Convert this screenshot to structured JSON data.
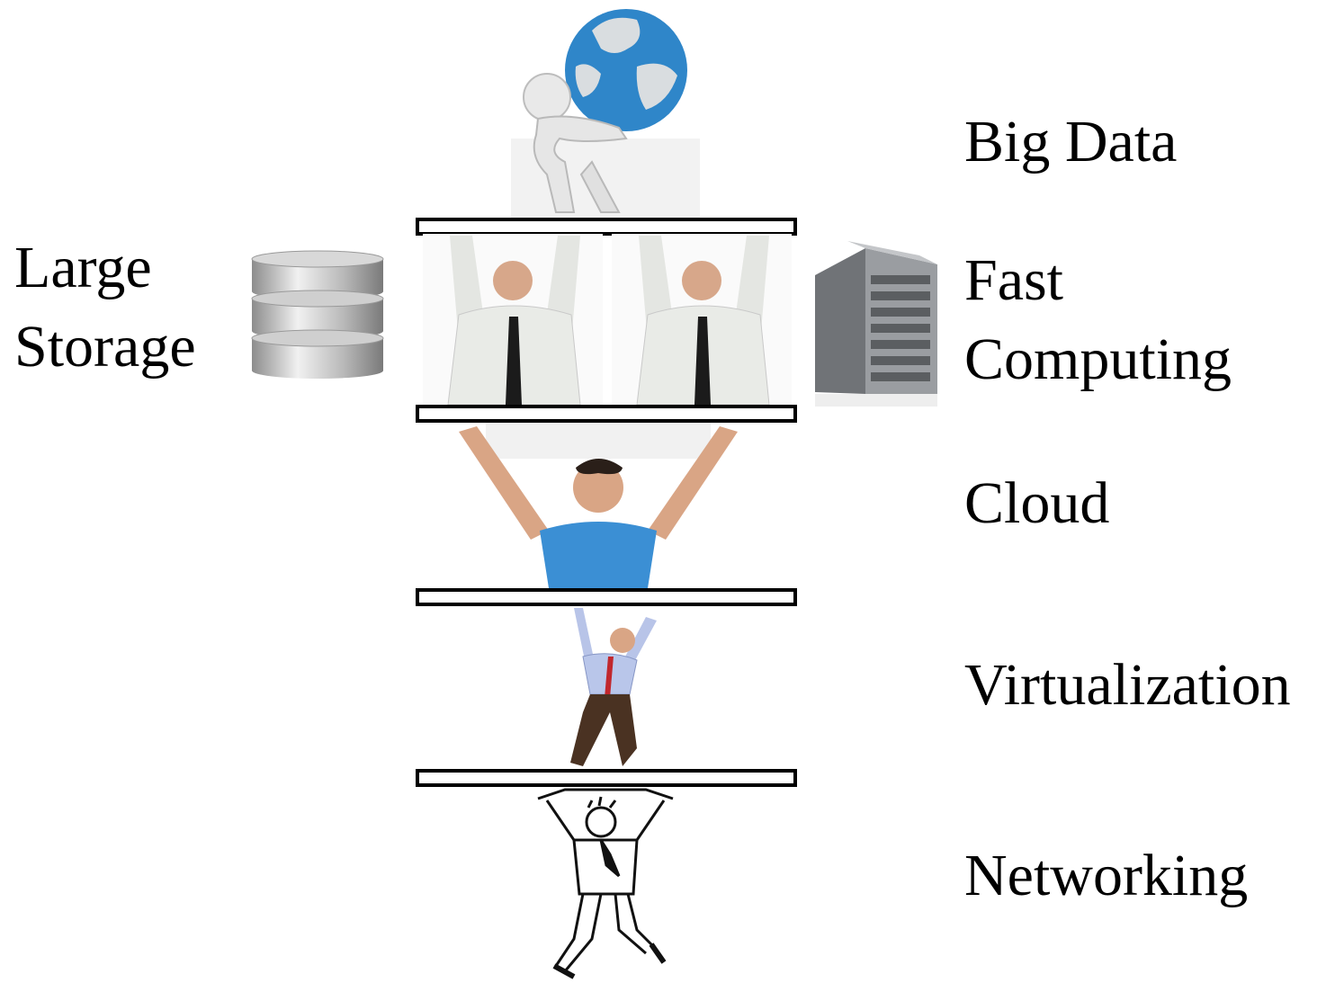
{
  "labels": {
    "big_data": "Big Data",
    "large_storage_line1": "Large",
    "large_storage_line2": "Storage",
    "fast_computing_line1": "Fast",
    "fast_computing_line2": "Computing",
    "cloud": "Cloud",
    "virtualization": "Virtualization",
    "networking": "Networking"
  },
  "icons": {
    "top": "globe-carrier-icon",
    "storage": "database-icon",
    "computing": "server-rack-icon"
  },
  "colors": {
    "globe_ocean": "#2f86c9",
    "globe_land": "#d9dde0",
    "shirt_blue": "#3b8fd4",
    "tie_red": "#c1272d",
    "server_gray": "#8a8d90"
  }
}
